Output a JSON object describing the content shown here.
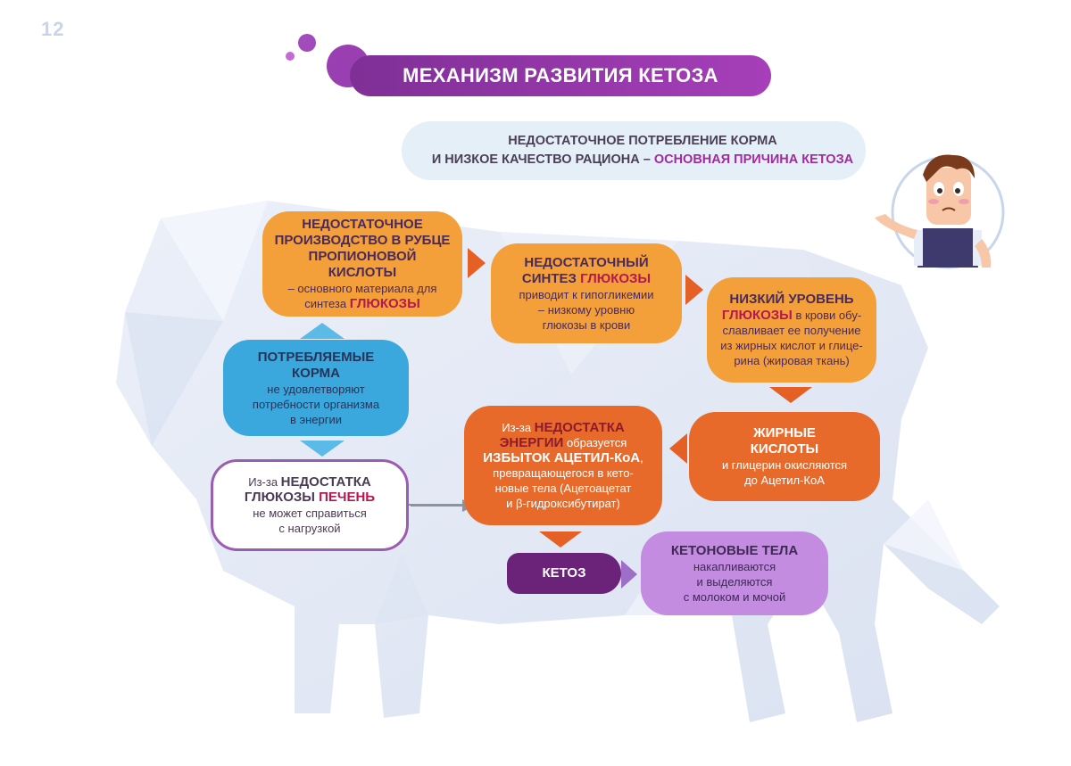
{
  "page": {
    "number": "12"
  },
  "title": "МЕХАНИЗМ РАЗВИТИЯ КЕТОЗА",
  "subtitle": {
    "line1": "НЕДОСТАТОЧНОЕ ПОТРЕБЛЕНИЕ КОРМА",
    "line2_plain": "И НИЗКОЕ КАЧЕСТВО РАЦИОНА – ",
    "line2_accent": "ОСНОВНАЯ ПРИЧИНА КЕТОЗА"
  },
  "colors": {
    "title_purple": "#8f37a8",
    "orange": "#f3a03a",
    "dark_orange": "#e86a2a",
    "blue": "#3aa7dd",
    "ketosis_purple": "#6b2279",
    "lilac": "#c38ce0",
    "accent_red": "#b3194e"
  },
  "boxes": {
    "propionic": {
      "head1": "НЕДОСТАТОЧНОЕ",
      "head2": "ПРОИЗВОДСТВО В РУБЦЕ",
      "head3": "ПРОПИОНОВОЙ КИСЛОТЫ",
      "body1": "– основного материала для",
      "body2": "синтеза ",
      "highlight": "ГЛЮКОЗЫ"
    },
    "glucose_synthesis": {
      "head1": "НЕДОСТАТОЧНЫЙ",
      "head2_plain": "СИНТЕЗ ",
      "head2_accent": "ГЛЮКОЗЫ",
      "body1": "приводит к гипогликемии",
      "body2": "– низкому уровню",
      "body3": "глюкозы в крови"
    },
    "low_glucose": {
      "head1": "НИЗКИЙ УРОВЕНЬ",
      "head2_accent": "ГЛЮКОЗЫ",
      "body1": " в крови обу-",
      "body2": "славливает ее получение",
      "body3": "из жирных кислот и глице-",
      "body4": "рина (жировая ткань)"
    },
    "feed": {
      "head1": "ПОТРЕБЛЯЕМЫЕ",
      "head2": "КОРМА",
      "body1": "не удовлетворяют",
      "body2": "потребности организма",
      "body3": "в энергии"
    },
    "liver": {
      "line1_plain": "Из-за ",
      "line1_bold": "НЕДОСТАТКА",
      "line2_bold": "ГЛЮКОЗЫ ",
      "line2_accent": "ПЕЧЕНЬ",
      "body1": "не может  справиться",
      "body2": "с нагрузкой"
    },
    "acetyl": {
      "line1_plain": "Из-за ",
      "line1_bold": "НЕДОСТАТКА",
      "line2_accent": "ЭНЕРГИИ",
      "line2_plain": " образуется",
      "line3_bold": "ИЗБЫТОК АЦЕТИЛ-КоА",
      "line3_end": ",",
      "body1": "превращающегося в кето-",
      "body2": "новые тела (Ацетоацетат",
      "body3": "и β-гидроксибутират)"
    },
    "fatty": {
      "head1": "ЖИРНЫЕ",
      "head2": "КИСЛОТЫ",
      "body1": "и глицерин окисляются",
      "body2": "до Ацетил-КоА"
    },
    "ketosis": {
      "label": "КЕТОЗ"
    },
    "ketone_bodies": {
      "head": "КЕТОНОВЫЕ ТЕЛА",
      "body1": "накапливаются",
      "body2": "и выделяются",
      "body3": "с молоком и мочой"
    }
  }
}
